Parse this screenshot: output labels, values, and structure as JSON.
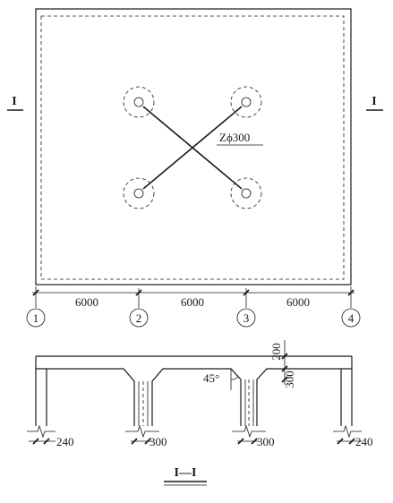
{
  "plan": {
    "section_mark_left": "I",
    "section_mark_right": "I",
    "pile_label": "Zϕ300"
  },
  "dimensions": {
    "spans": [
      "6000",
      "6000",
      "6000"
    ]
  },
  "axes": [
    "1",
    "2",
    "3",
    "4"
  ],
  "section": {
    "angle_label": "45°",
    "dim_top": "200",
    "dim_haunch": "300",
    "col_widths": [
      "240",
      "300",
      "300",
      "240"
    ],
    "title": "I—I"
  }
}
